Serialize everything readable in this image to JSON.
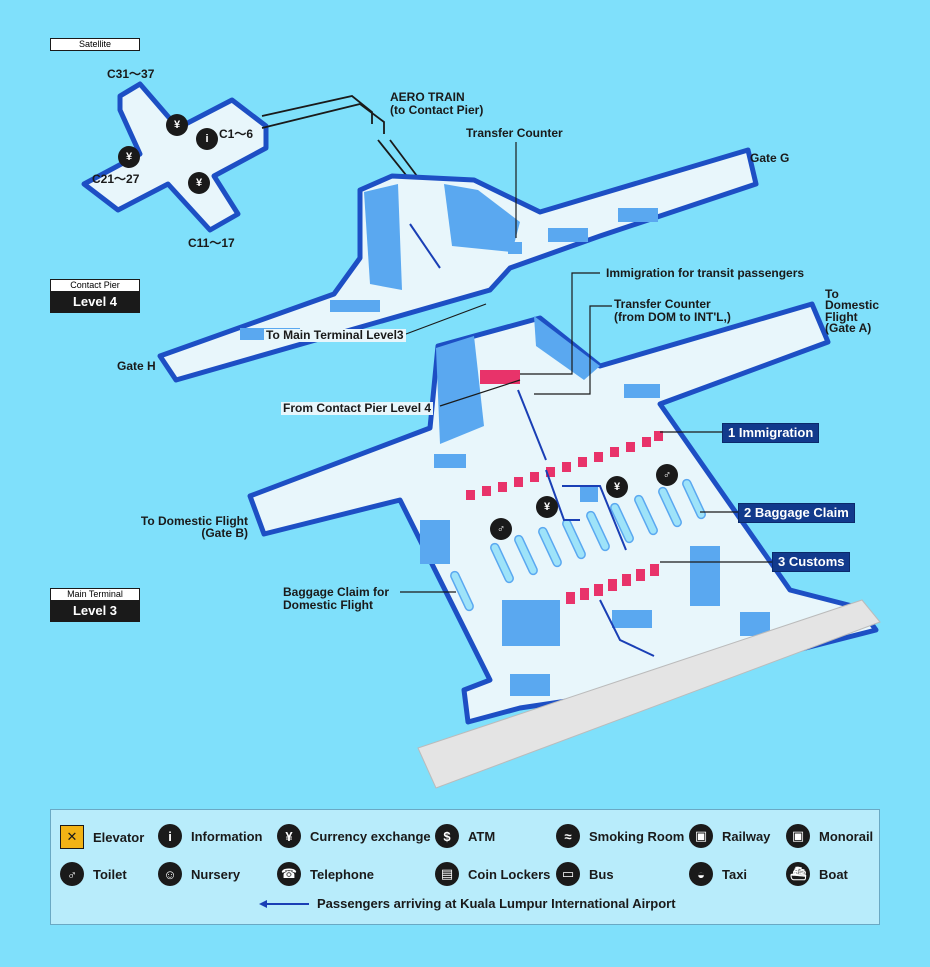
{
  "badges": {
    "satellite": "Satellite",
    "contact_pier": "Contact Pier",
    "contact_level": "Level 4",
    "main_terminal": "Main Terminal",
    "main_level": "Level 3"
  },
  "labels": {
    "c31": "C31～37",
    "c1": "C1～6",
    "c21": "C21～27",
    "c11": "C11～17",
    "aero_train": "AERO TRAIN",
    "aero_train_sub": "(to Contact Pier)",
    "transfer_counter": "Transfer Counter",
    "gate_g": "Gate G",
    "gate_h": "Gate H",
    "immigration_transit": "Immigration for transit passengers",
    "transfer_counter_dom": "Transfer Counter",
    "transfer_counter_dom_sub": "(from DOM to INT'L,)",
    "to_domestic_a_1": "To",
    "to_domestic_a_2": "Domestic",
    "to_domestic_a_3": "Flight",
    "to_domestic_a_4": "(Gate A)",
    "to_main_terminal": "To Main Terminal Level3",
    "from_contact_pier": "From Contact Pier Level 4",
    "to_domestic_b_1": "To Domestic Flight",
    "to_domestic_b_2": "(Gate B)",
    "baggage_dom_1": "Baggage Claim for",
    "baggage_dom_2": "Domestic Flight"
  },
  "steps": [
    {
      "num": "1",
      "label": "Immigration"
    },
    {
      "num": "2",
      "label": "Baggage Claim"
    },
    {
      "num": "3",
      "label": "Customs"
    }
  ],
  "legend": {
    "elevator": "Elevator",
    "information": "Information",
    "currency_exchange": "Currency exchange",
    "atm": "ATM",
    "smoking_room": "Smoking Room",
    "railway": "Railway",
    "monorail": "Monorail",
    "toilet": "Toilet",
    "nursery": "Nursery",
    "telephone": "Telephone",
    "coin_lockers": "Coin Lockers",
    "bus": "Bus",
    "taxi": "Taxi",
    "boat": "Boat",
    "arrival_route": "Passengers arriving at Kuala Lumpur International Airport"
  },
  "icons": [
    "elevator-icon",
    "information-icon",
    "currency-exchange-icon",
    "atm-icon",
    "smoking-room-icon",
    "railway-icon",
    "monorail-icon",
    "toilet-icon",
    "nursery-icon",
    "telephone-icon",
    "coin-lockers-icon",
    "bus-icon",
    "taxi-icon",
    "boat-icon"
  ],
  "colors": {
    "background": "#7fe0fb",
    "floor": "#e8f6fb",
    "wall": "#1d4fc4",
    "block": "#5aa8f0",
    "counter": "#e8336a",
    "step_badge": "#123a8c",
    "route": "#1a3fb5"
  }
}
